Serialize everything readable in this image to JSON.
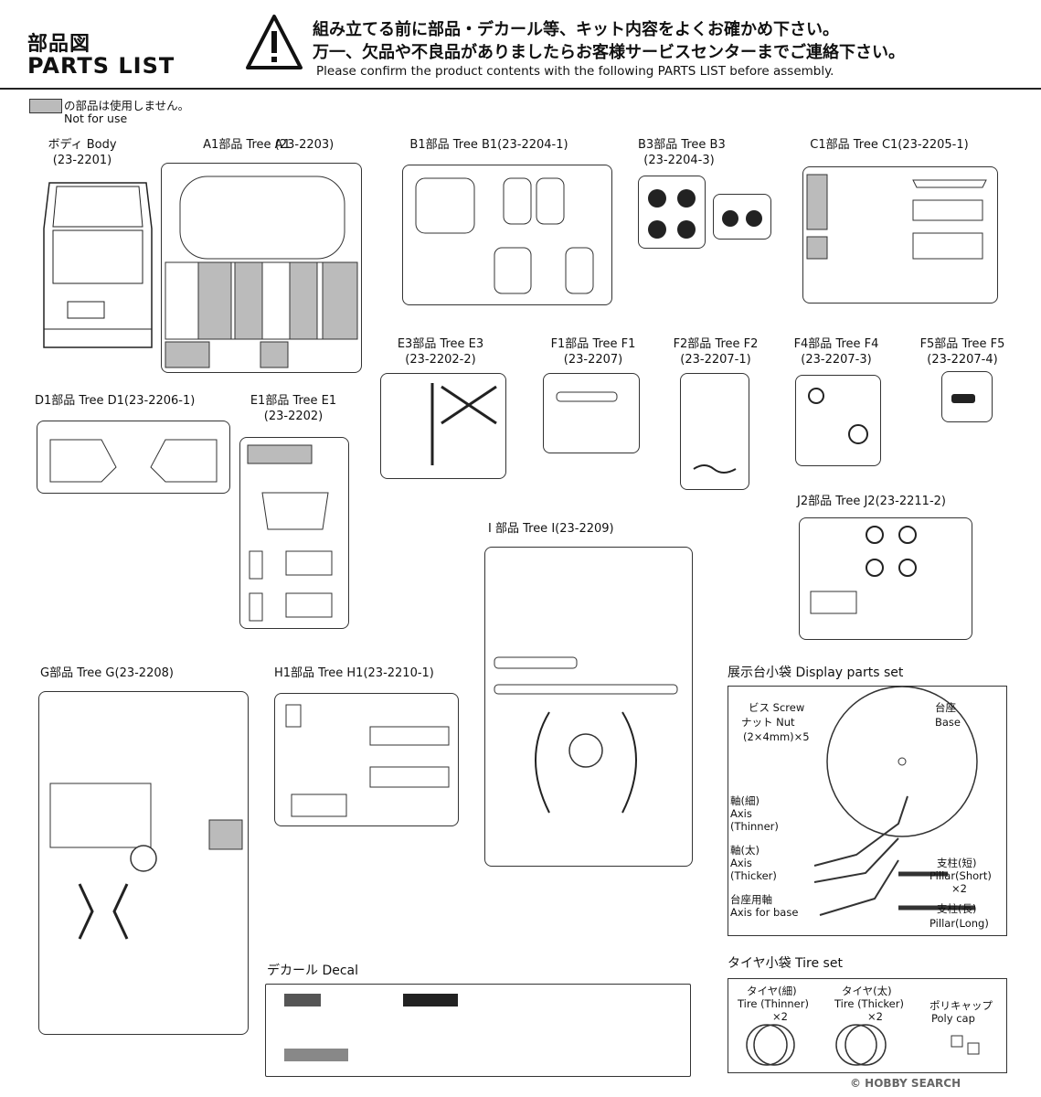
{
  "header": {
    "title_jp": "部品図",
    "title_en": "PARTS LIST",
    "warning_line1": "組み立てる前に部品・デカール等、キット内容をよくお確かめ下さい。",
    "warning_line2": "万一、欠品や不良品がありましたらお客様サービスセンターまでご連絡下さい。",
    "warning_en": "Please confirm the product contents with the following PARTS LIST before assembly.",
    "warning_icon": "warning-triangle-icon"
  },
  "legend": {
    "jp": "の部品は使用しません。",
    "en": "Not for use",
    "swatch_color": "#bbbbbb"
  },
  "trees": {
    "body": {
      "name": "ボディ Body",
      "code": "(23-2201)"
    },
    "a1": {
      "name": "A1部品 Tree A1",
      "code": "(23-2203)"
    },
    "b1": {
      "name": "B1部品 Tree B1",
      "code": "(23-2204-1)"
    },
    "b3": {
      "name": "B3部品 Tree B3",
      "code": "(23-2204-3)"
    },
    "c1": {
      "name": "C1部品 Tree C1",
      "code": "(23-2205-1)"
    },
    "d1": {
      "name": "D1部品 Tree D1",
      "code": "(23-2206-1)"
    },
    "e1": {
      "name": "E1部品 Tree E1",
      "code": "(23-2202)"
    },
    "e3": {
      "name": "E3部品 Tree E3",
      "code": "(23-2202-2)"
    },
    "f1": {
      "name": "F1部品 Tree F1",
      "code": "(23-2207)"
    },
    "f2": {
      "name": "F2部品 Tree F2",
      "code": "(23-2207-1)"
    },
    "f4": {
      "name": "F4部品 Tree F4",
      "code": "(23-2207-3)"
    },
    "f5": {
      "name": "F5部品 Tree F5",
      "code": "(23-2207-4)"
    },
    "j2": {
      "name": "J2部品 Tree J2",
      "code": "(23-2211-2)"
    },
    "i": {
      "name": "I 部品 Tree I",
      "code": "(23-2209)"
    },
    "g": {
      "name": "G部品 Tree G",
      "code": "(23-2208)"
    },
    "h1": {
      "name": "H1部品 Tree H1",
      "code": "(23-2210-1)"
    }
  },
  "decal": {
    "title": "デカール Decal"
  },
  "display_set": {
    "title": "展示台小袋 Display parts set",
    "screw_jp": "ビス Screw",
    "nut_jp": "ナット Nut",
    "size": "(2×4mm)×5",
    "base_jp": "台座",
    "base_en": "Base",
    "axis_thin_jp": "軸(細)",
    "axis_thin_en1": "Axis",
    "axis_thin_en2": "(Thinner)",
    "axis_thick_jp": "軸(太)",
    "axis_thick_en1": "Axis",
    "axis_thick_en2": "(Thicker)",
    "axis_base_jp": "台座用軸",
    "axis_base_en": "Axis for base",
    "pillar_short_jp": "支柱(短)",
    "pillar_short_en": "Pillar(Short)",
    "pillar_short_qty": "×2",
    "pillar_long_jp": "支柱(長)",
    "pillar_long_en": "Pillar(Long)"
  },
  "tire_set": {
    "title": "タイヤ小袋  Tire set",
    "thin_jp": "タイヤ(細)",
    "thin_en": "Tire (Thinner)",
    "thin_qty": "×2",
    "thick_jp": "タイヤ(太)",
    "thick_en": "Tire (Thicker)",
    "thick_qty": "×2",
    "poly_jp": "ポリキャップ",
    "poly_en": "Poly cap"
  },
  "watermark": "© HOBBY SEARCH"
}
